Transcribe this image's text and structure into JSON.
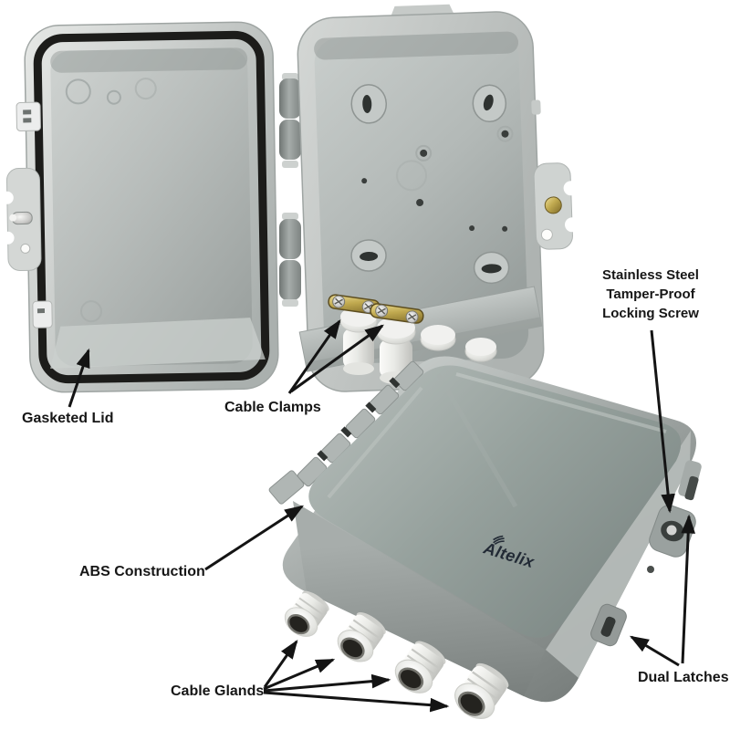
{
  "annotations": {
    "gasketed_lid": {
      "label": "Gasketed Lid"
    },
    "cable_clamps": {
      "label": "Cable Clamps"
    },
    "abs_construction": {
      "label": "ABS Construction"
    },
    "cable_glands": {
      "label": "Cable Glands"
    },
    "locking_screw": {
      "label": "Stainless Steel\nTamper-Proof\nLocking Screw"
    },
    "dual_latches": {
      "label": "Dual Latches"
    }
  },
  "closed_box": {
    "logo_text": "Altelix"
  },
  "colors": {
    "background": "#ffffff",
    "annotation_text": "#161616",
    "arrow": "#141414",
    "enclosure_gray": "#b5bab8",
    "closed_lid_gray": "#8e9996",
    "gasket_black": "#1c1c1a",
    "gland_white": "#eceded",
    "clamp_brass": "#b09a45",
    "logo_navy": "#222a35"
  }
}
